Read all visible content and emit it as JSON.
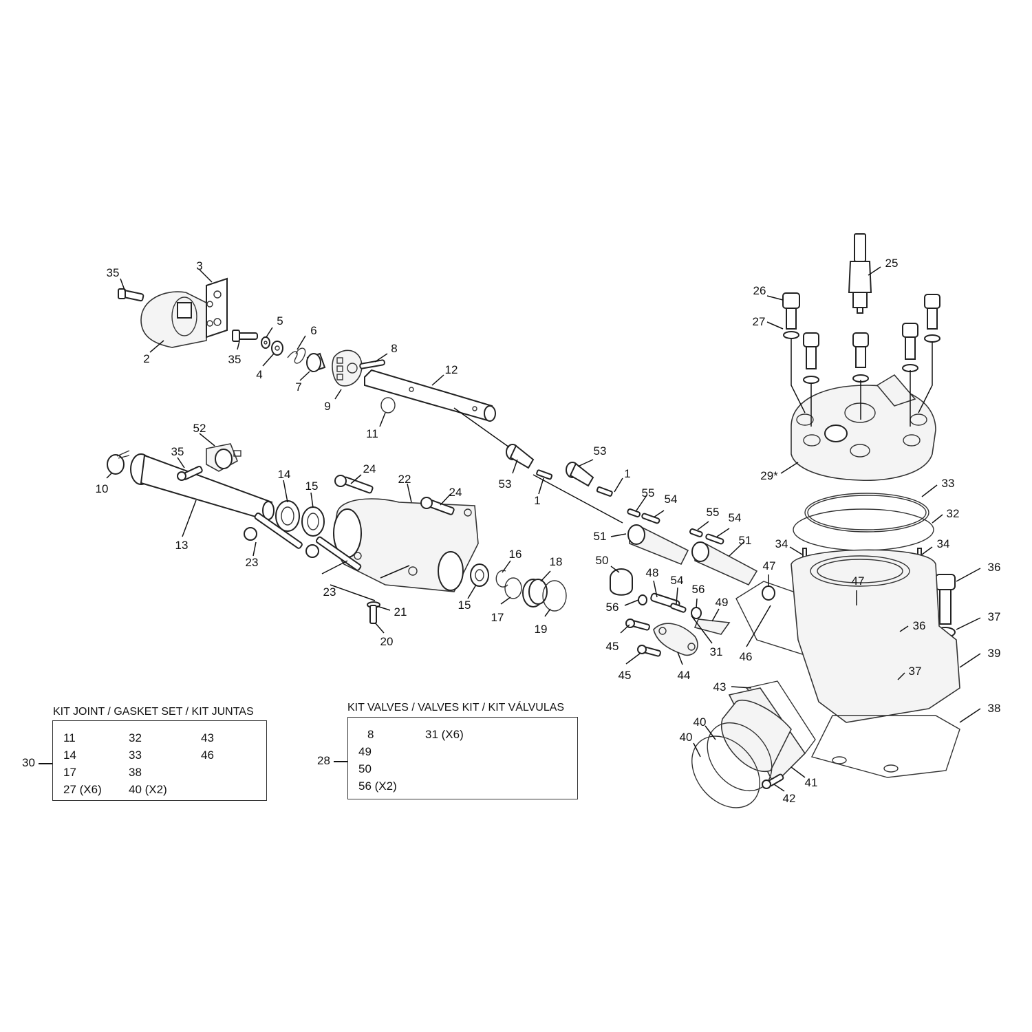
{
  "diagram": {
    "callouts": {
      "c1a": "1",
      "c1b": "1",
      "c2": "2",
      "c3": "3",
      "c4": "4",
      "c5": "5",
      "c6": "6",
      "c7": "7",
      "c8": "8",
      "c9": "9",
      "c10": "10",
      "c11": "11",
      "c12": "12",
      "c13": "13",
      "c14": "14",
      "c15a": "15",
      "c15b": "15",
      "c16": "16",
      "c17": "17",
      "c18": "18",
      "c19": "19",
      "c20": "20",
      "c21": "21",
      "c22": "22",
      "c23a": "23",
      "c23b": "23",
      "c24a": "24",
      "c24b": "24",
      "c25": "25",
      "c26": "26",
      "c27": "27",
      "c29": "29*",
      "c31": "31",
      "c32": "32",
      "c33": "33",
      "c34a": "34",
      "c34b": "34",
      "c35a": "35",
      "c35b": "35",
      "c35c": "35",
      "c36a": "36",
      "c36b": "36",
      "c37a": "37",
      "c37b": "37",
      "c38": "38",
      "c39": "39",
      "c40a": "40",
      "c40b": "40",
      "c41": "41",
      "c42": "42",
      "c43": "43",
      "c44": "44",
      "c45a": "45",
      "c45b": "45",
      "c46": "46",
      "c47a": "47",
      "c47b": "47",
      "c48": "48",
      "c49": "49",
      "c50": "50",
      "c51a": "51",
      "c51b": "51",
      "c52": "52",
      "c53a": "53",
      "c53b": "53",
      "c54a": "54",
      "c54b": "54",
      "c54c": "54",
      "c55a": "55",
      "c55b": "55",
      "c56a": "56",
      "c56b": "56"
    }
  },
  "kits": {
    "gasket": {
      "ref": "30",
      "title": "KIT JOINT / GASKET SET / KIT JUNTAS",
      "items": [
        "11",
        "32",
        "43",
        "14",
        "33",
        "46",
        "17",
        "38",
        "27 (X6)",
        "40 (X2)"
      ]
    },
    "valves": {
      "ref": "28",
      "title": "KIT VALVES / VALVES KIT / KIT VÁLVULAS",
      "items": [
        "8",
        "31 (X6)",
        "49",
        "50",
        "56 (X2)"
      ]
    }
  }
}
